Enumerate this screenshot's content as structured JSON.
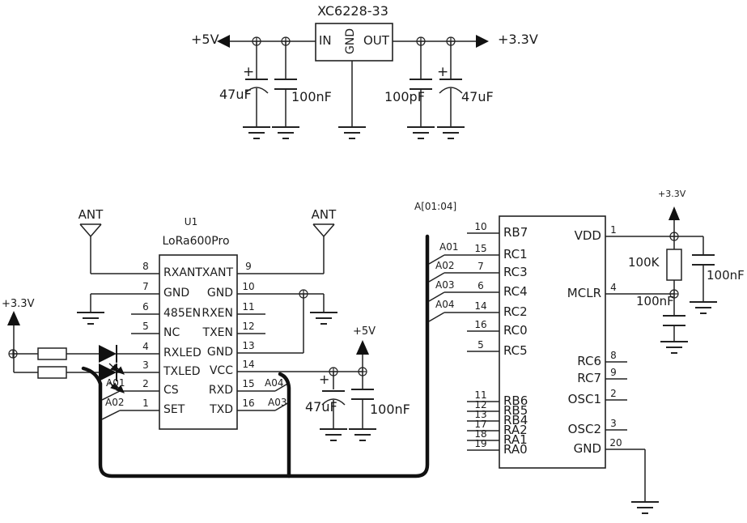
{
  "regulator": {
    "title": "XC6228-33",
    "pin_in": "IN",
    "pin_gnd": "GND",
    "pin_out": "OUT",
    "rail_in": "+5V",
    "rail_out": "+3.3V",
    "cap_in_bulk": "47uF",
    "cap_in_bulk_polarity": "+",
    "cap_in_bypass": "100nF",
    "cap_out_bypass": "100pF",
    "cap_out_bulk": "47uF",
    "cap_out_bulk_polarity": "+"
  },
  "lora": {
    "designator": "U1",
    "part_number": "LoRa600Pro",
    "antenna_left": "ANT",
    "antenna_right": "ANT",
    "left_pins": [
      {
        "num": "8",
        "name": "RXANT"
      },
      {
        "num": "7",
        "name": "GND"
      },
      {
        "num": "6",
        "name": "485EN"
      },
      {
        "num": "5",
        "name": "NC"
      },
      {
        "num": "4",
        "name": "RXLED"
      },
      {
        "num": "3",
        "name": "TXLED"
      },
      {
        "num": "2",
        "name": "CS"
      },
      {
        "num": "1",
        "name": "SET"
      }
    ],
    "right_pins": [
      {
        "num": "9",
        "name": "TXANT"
      },
      {
        "num": "10",
        "name": "GND"
      },
      {
        "num": "11",
        "name": "RXEN"
      },
      {
        "num": "12",
        "name": "TXEN"
      },
      {
        "num": "13",
        "name": "GND"
      },
      {
        "num": "14",
        "name": "VCC"
      },
      {
        "num": "15",
        "name": "RXD"
      },
      {
        "num": "16",
        "name": "TXD"
      }
    ],
    "rail_led": "+3.3V",
    "rail_vcc": "+5V",
    "net_cs": "A01",
    "net_set": "A02",
    "net_rxd": "A04",
    "net_txd": "A03",
    "cap_vcc_bulk": "47uF",
    "cap_vcc_bulk_polarity": "+",
    "cap_vcc_bypass": "100nF"
  },
  "mcu": {
    "bus_label": "A[01:04]",
    "left_pins": [
      {
        "num": "10",
        "name": "RB7",
        "net": ""
      },
      {
        "num": "15",
        "name": "RC1",
        "net": "A01"
      },
      {
        "num": "7",
        "name": "RC3",
        "net": "A02"
      },
      {
        "num": "6",
        "name": "RC4",
        "net": "A03"
      },
      {
        "num": "14",
        "name": "RC2",
        "net": "A04"
      },
      {
        "num": "16",
        "name": "RC0",
        "net": ""
      },
      {
        "num": "5",
        "name": "RC5",
        "net": ""
      },
      {
        "num": "11",
        "name": "RB6",
        "net": ""
      },
      {
        "num": "12",
        "name": "RB5",
        "net": ""
      },
      {
        "num": "13",
        "name": "RB4",
        "net": ""
      },
      {
        "num": "17",
        "name": "RA2",
        "net": ""
      },
      {
        "num": "18",
        "name": "RA1",
        "net": ""
      },
      {
        "num": "19",
        "name": "RA0",
        "net": ""
      }
    ],
    "right_pins": [
      {
        "num": "1",
        "name": "VDD"
      },
      {
        "num": "4",
        "name": "MCLR"
      },
      {
        "num": "8",
        "name": "RC6"
      },
      {
        "num": "9",
        "name": "RC7"
      },
      {
        "num": "2",
        "name": "OSC1"
      },
      {
        "num": "3",
        "name": "OSC2"
      },
      {
        "num": "20",
        "name": "GND"
      }
    ],
    "rail_vdd": "+3.3V",
    "pullup_resistor": "100K",
    "cap_mclr": "100nF",
    "cap_vdd": "100nF"
  },
  "colors": {
    "wire": "#222222",
    "bus": "#111111",
    "background": "#ffffff"
  }
}
